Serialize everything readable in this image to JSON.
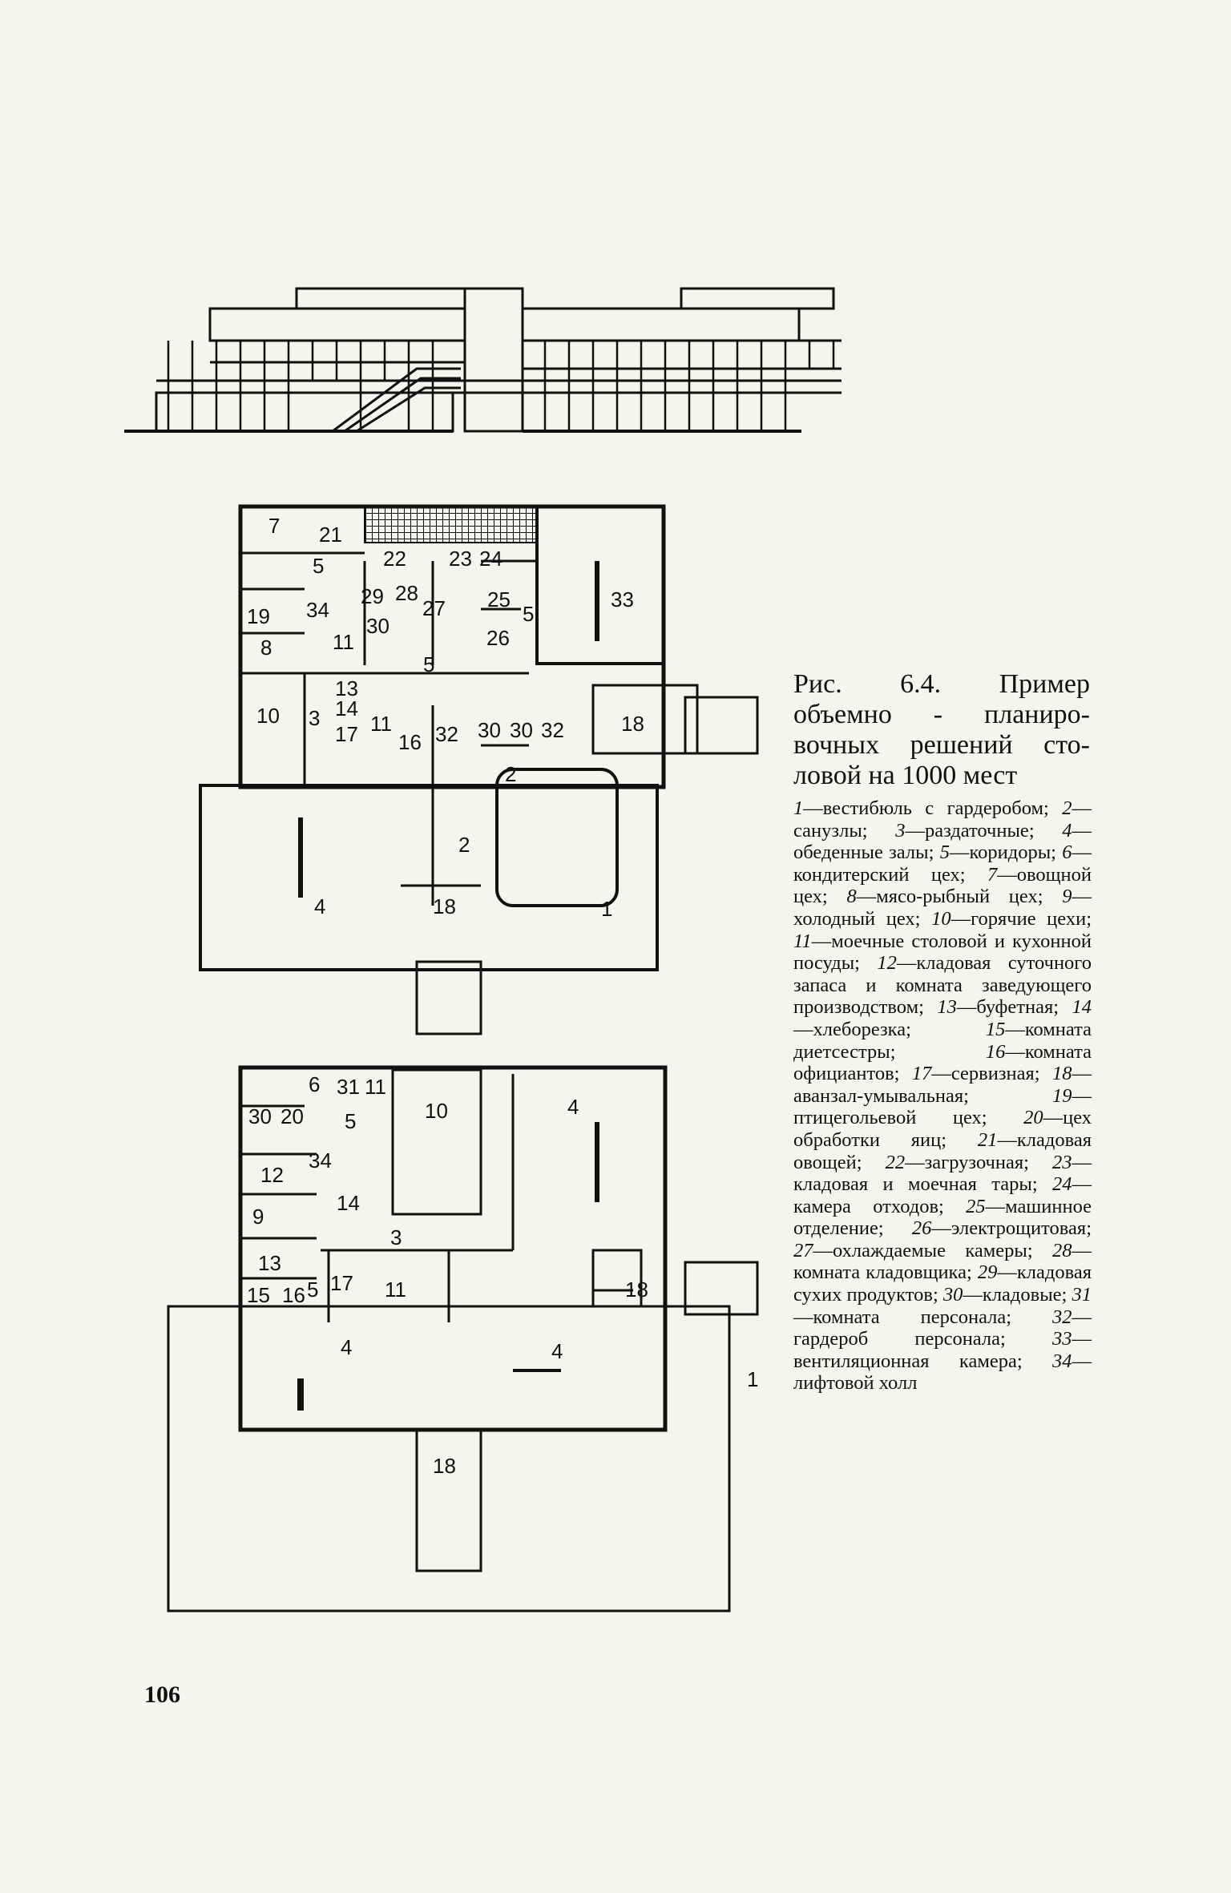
{
  "figure": {
    "caption_title": [
      "Рис. 6.4. Пример",
      "объемно - планиро-",
      "вочных решений сто-",
      "ловой на 1000 мест"
    ],
    "legend": [
      {
        "num": "1",
        "text": "вестибюль с гардеробом"
      },
      {
        "num": "2",
        "text": "санузлы"
      },
      {
        "num": "3",
        "text": "раздаточные"
      },
      {
        "num": "4",
        "text": "обеденные залы"
      },
      {
        "num": "5",
        "text": "коридоры"
      },
      {
        "num": "6",
        "text": "кондитерский цех"
      },
      {
        "num": "7",
        "text": "овощной цех"
      },
      {
        "num": "8",
        "text": "мясо-рыбный цех"
      },
      {
        "num": "9",
        "text": "холодный цех"
      },
      {
        "num": "10",
        "text": "горячие цехи"
      },
      {
        "num": "11",
        "text": "моечные столовой и кухонной посуды"
      },
      {
        "num": "12",
        "text": "кладовая суточного запаса и комната заведующего производством"
      },
      {
        "num": "13",
        "text": "буфетная"
      },
      {
        "num": "14",
        "text": "хлеборезка"
      },
      {
        "num": "15",
        "text": "комната диетсестры"
      },
      {
        "num": "16",
        "text": "комната официантов"
      },
      {
        "num": "17",
        "text": "сервизная"
      },
      {
        "num": "18",
        "text": "аванзал-умывальная"
      },
      {
        "num": "19",
        "text": "птицегольевой цех"
      },
      {
        "num": "20",
        "text": "цех обработки яиц"
      },
      {
        "num": "21",
        "text": "кладовая овощей"
      },
      {
        "num": "22",
        "text": "загрузочная"
      },
      {
        "num": "23",
        "text": "кладовая и моечная тары"
      },
      {
        "num": "24",
        "text": "камера отходов"
      },
      {
        "num": "25",
        "text": "машинное отделение"
      },
      {
        "num": "26",
        "text": "электрощитовая"
      },
      {
        "num": "27",
        "text": "охлаждаемые камеры"
      },
      {
        "num": "28",
        "text": "комната кладовщика"
      },
      {
        "num": "29",
        "text": "кладовая сухих продуктов"
      },
      {
        "num": "30",
        "text": "кладовые"
      },
      {
        "num": "31",
        "text": "комната персонала"
      },
      {
        "num": "32",
        "text": "гардероб персонала"
      },
      {
        "num": "33",
        "text": "вентиляционная камера"
      },
      {
        "num": "34",
        "text": "лифтовой холл"
      }
    ]
  },
  "plan_labels": {
    "lower": [
      "7",
      "21",
      "5",
      "22",
      "23",
      "24",
      "34",
      "29",
      "28",
      "19",
      "25",
      "33",
      "5",
      "27",
      "30",
      "8",
      "11",
      "26",
      "5",
      "13",
      "14",
      "10",
      "3",
      "17",
      "11",
      "16",
      "32",
      "30",
      "30",
      "32",
      "18",
      "2",
      "2",
      "4",
      "18",
      "1"
    ],
    "upper": [
      "6",
      "31",
      "11",
      "10",
      "4",
      "30",
      "20",
      "5",
      "34",
      "12",
      "14",
      "9",
      "3",
      "13",
      "17",
      "11",
      "18",
      "15",
      "16",
      "5",
      "4",
      "4",
      "18",
      "1"
    ]
  },
  "page_number": "106"
}
